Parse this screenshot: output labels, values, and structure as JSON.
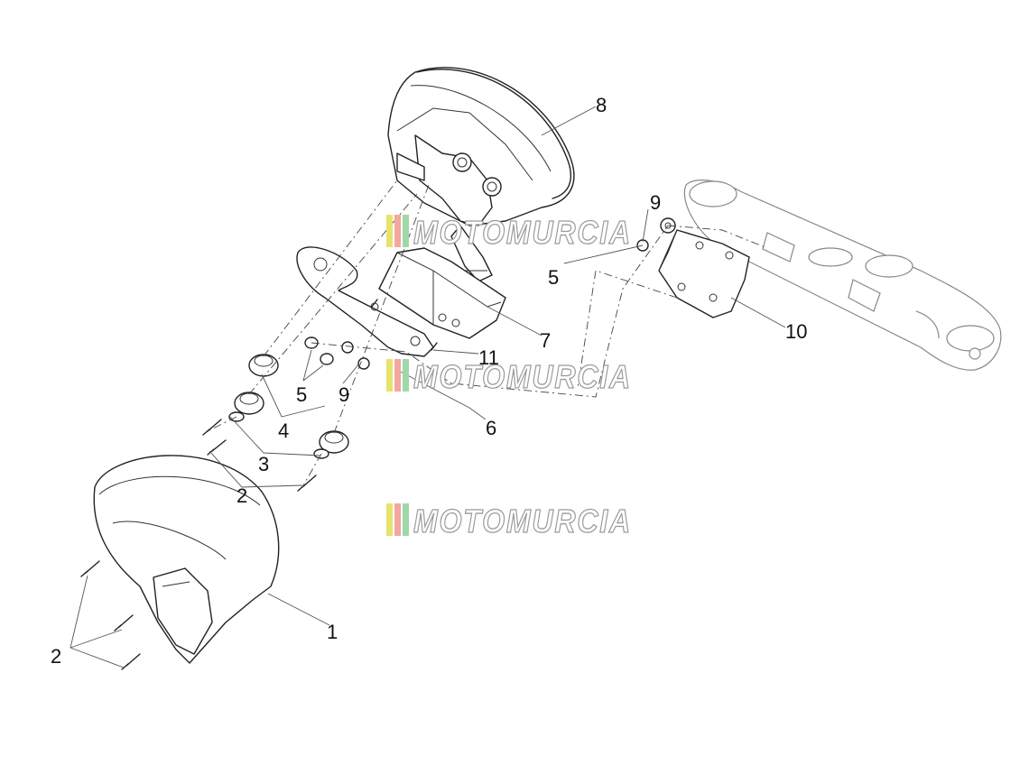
{
  "watermark": {
    "text": "MOTOMURCIA",
    "colors": [
      "#e8e36a",
      "#f2a7a0",
      "#9fd8a8",
      "#b8b8b8"
    ]
  },
  "callouts": [
    {
      "id": "1",
      "label": "1"
    },
    {
      "id": "2a",
      "label": "2"
    },
    {
      "id": "2b",
      "label": "2"
    },
    {
      "id": "3",
      "label": "3"
    },
    {
      "id": "4",
      "label": "4"
    },
    {
      "id": "5a",
      "label": "5"
    },
    {
      "id": "5b",
      "label": "5"
    },
    {
      "id": "6",
      "label": "6"
    },
    {
      "id": "7",
      "label": "7"
    },
    {
      "id": "8",
      "label": "8"
    },
    {
      "id": "9a",
      "label": "9"
    },
    {
      "id": "9b",
      "label": "9"
    },
    {
      "id": "10",
      "label": "10"
    },
    {
      "id": "11",
      "label": "11"
    }
  ]
}
